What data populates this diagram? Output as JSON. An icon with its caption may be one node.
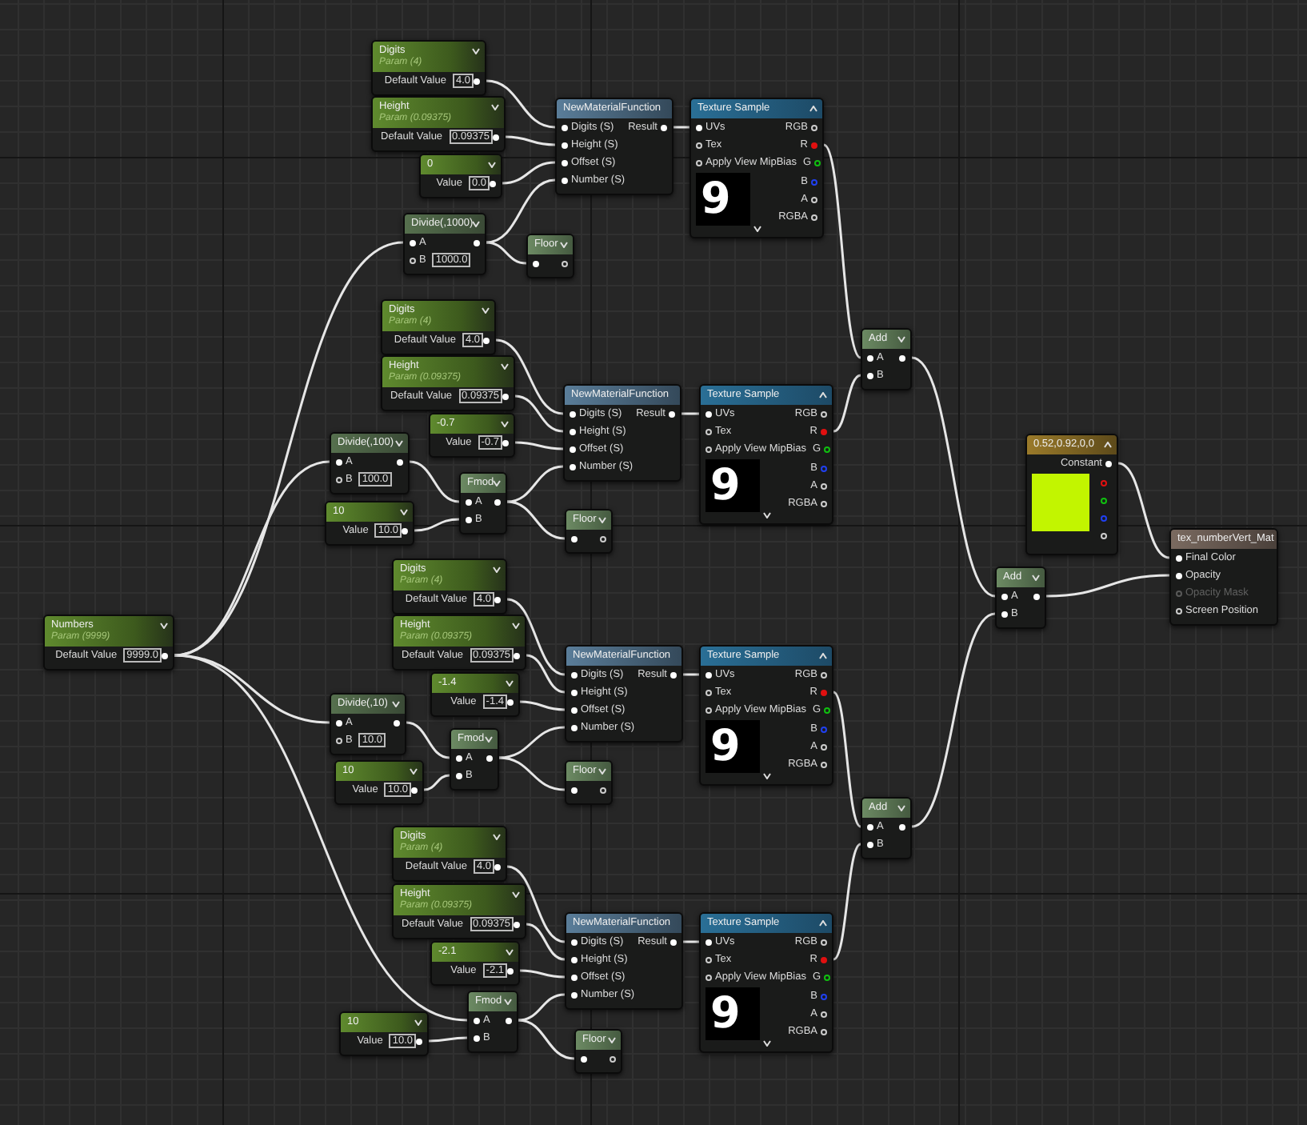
{
  "diagram": {
    "nodes": [
      {
        "text": [
          "Digits",
          "Param (4)",
          "Default Value",
          "4.0"
        ]
      },
      {
        "text": [
          "Height",
          "Param (0.09375)",
          "Default Value",
          "0.09375"
        ]
      },
      {
        "text": [
          "0",
          "Value",
          "0.0"
        ]
      },
      {
        "text": [
          "NewMaterialFunction",
          "Digits (S)",
          "Result",
          "Height (S)",
          "Offset (S)",
          "Number (S)"
        ]
      },
      {
        "text": [
          "Texture Sample",
          "UVs",
          "RGB",
          "Tex",
          "R",
          "Apply View MipBias",
          "G",
          "B",
          "A",
          "RGBA",
          "9"
        ]
      },
      {
        "text": [
          "Divide(,1000)",
          "A",
          "B",
          "1000.0"
        ]
      },
      {
        "text": [
          "Floor"
        ]
      },
      {
        "text": [
          "Digits",
          "Param (4)",
          "Default Value",
          "4.0"
        ]
      },
      {
        "text": [
          "Height",
          "Param (0.09375)",
          "Default Value",
          "0.09375"
        ]
      },
      {
        "text": [
          "-0.7",
          "Value",
          "-0.7"
        ]
      },
      {
        "text": [
          "NewMaterialFunction",
          "Digits (S)",
          "Result",
          "Height (S)",
          "Offset (S)",
          "Number (S)"
        ]
      },
      {
        "text": [
          "Texture Sample",
          "UVs",
          "RGB",
          "Tex",
          "R",
          "Apply View MipBias",
          "G",
          "B",
          "A",
          "RGBA",
          "9"
        ]
      },
      {
        "text": [
          "Divide(,100)",
          "A",
          "B",
          "100.0"
        ]
      },
      {
        "text": [
          "Fmod",
          "A",
          "B"
        ]
      },
      {
        "text": [
          "10",
          "Value",
          "10.0"
        ]
      },
      {
        "text": [
          "Floor"
        ]
      },
      {
        "text": [
          "Digits",
          "Param (4)",
          "Default Value",
          "4.0"
        ]
      },
      {
        "text": [
          "Height",
          "Param (0.09375)",
          "Default Value",
          "0.09375"
        ]
      },
      {
        "text": [
          "-1.4",
          "Value",
          "-1.4"
        ]
      },
      {
        "text": [
          "NewMaterialFunction",
          "Digits (S)",
          "Result",
          "Height (S)",
          "Offset (S)",
          "Number (S)"
        ]
      },
      {
        "text": [
          "Texture Sample",
          "UVs",
          "RGB",
          "Tex",
          "R",
          "Apply View MipBias",
          "G",
          "B",
          "A",
          "RGBA",
          "9"
        ]
      },
      {
        "text": [
          "Divide(,10)",
          "A",
          "B",
          "10.0"
        ]
      },
      {
        "text": [
          "Fmod",
          "A",
          "B"
        ]
      },
      {
        "text": [
          "10",
          "Value",
          "10.0"
        ]
      },
      {
        "text": [
          "Floor"
        ]
      },
      {
        "text": [
          "Digits",
          "Param (4)",
          "Default Value",
          "4.0"
        ]
      },
      {
        "text": [
          "Height",
          "Param (0.09375)",
          "Default Value",
          "0.09375"
        ]
      },
      {
        "text": [
          "-2.1",
          "Value",
          "-2.1"
        ]
      },
      {
        "text": [
          "NewMaterialFunction",
          "Digits (S)",
          "Result",
          "Height (S)",
          "Offset (S)",
          "Number (S)"
        ]
      },
      {
        "text": [
          "Texture Sample",
          "UVs",
          "RGB",
          "Tex",
          "R",
          "Apply View MipBias",
          "G",
          "B",
          "A",
          "RGBA",
          "9"
        ]
      },
      {
        "text": [
          "Fmod",
          "A",
          "B"
        ]
      },
      {
        "text": [
          "10",
          "Value",
          "10.0"
        ]
      },
      {
        "text": [
          "Floor"
        ]
      },
      {
        "text": [
          "Numbers",
          "Param (9999)",
          "Default Value",
          "9999.0"
        ]
      },
      {
        "text": [
          "Add",
          "A",
          "B"
        ]
      },
      {
        "text": [
          "Add",
          "A",
          "B"
        ]
      },
      {
        "text": [
          "0.52,0.92,0,0",
          "Constant"
        ]
      },
      {
        "text": [
          "Add",
          "A",
          "B"
        ]
      },
      {
        "text": [
          "tex_numberVert_Mat",
          "Final Color",
          "Opacity",
          "Opacity Mask",
          "Screen Position"
        ]
      }
    ],
    "edges": [
      {
        "from": 0,
        "to": 3,
        "arrow": "none"
      },
      {
        "from": 1,
        "to": 3,
        "arrow": "none"
      },
      {
        "from": 2,
        "to": 3,
        "arrow": "none"
      },
      {
        "from": 5,
        "to": 3,
        "arrow": "none"
      },
      {
        "from": 5,
        "to": 6,
        "arrow": "none"
      },
      {
        "from": 33,
        "to": 5,
        "arrow": "none"
      },
      {
        "from": 3,
        "to": 4,
        "arrow": "none"
      },
      {
        "from": 4,
        "to": 34,
        "arrow": "none"
      },
      {
        "from": 7,
        "to": 10,
        "arrow": "none"
      },
      {
        "from": 8,
        "to": 10,
        "arrow": "none"
      },
      {
        "from": 9,
        "to": 10,
        "arrow": "none"
      },
      {
        "from": 13,
        "to": 10,
        "arrow": "none"
      },
      {
        "from": 13,
        "to": 15,
        "arrow": "none"
      },
      {
        "from": 12,
        "to": 13,
        "arrow": "none"
      },
      {
        "from": 14,
        "to": 13,
        "arrow": "none"
      },
      {
        "from": 33,
        "to": 12,
        "arrow": "none"
      },
      {
        "from": 10,
        "to": 11,
        "arrow": "none"
      },
      {
        "from": 11,
        "to": 34,
        "arrow": "none"
      },
      {
        "from": 16,
        "to": 19,
        "arrow": "none"
      },
      {
        "from": 17,
        "to": 19,
        "arrow": "none"
      },
      {
        "from": 18,
        "to": 19,
        "arrow": "none"
      },
      {
        "from": 22,
        "to": 19,
        "arrow": "none"
      },
      {
        "from": 22,
        "to": 24,
        "arrow": "none"
      },
      {
        "from": 21,
        "to": 22,
        "arrow": "none"
      },
      {
        "from": 23,
        "to": 22,
        "arrow": "none"
      },
      {
        "from": 33,
        "to": 21,
        "arrow": "none"
      },
      {
        "from": 19,
        "to": 20,
        "arrow": "none"
      },
      {
        "from": 20,
        "to": 35,
        "arrow": "none"
      },
      {
        "from": 25,
        "to": 28,
        "arrow": "none"
      },
      {
        "from": 26,
        "to": 28,
        "arrow": "none"
      },
      {
        "from": 27,
        "to": 28,
        "arrow": "none"
      },
      {
        "from": 30,
        "to": 28,
        "arrow": "none"
      },
      {
        "from": 30,
        "to": 32,
        "arrow": "none"
      },
      {
        "from": 33,
        "to": 30,
        "arrow": "none"
      },
      {
        "from": 31,
        "to": 30,
        "arrow": "none"
      },
      {
        "from": 28,
        "to": 29,
        "arrow": "none"
      },
      {
        "from": 29,
        "to": 35,
        "arrow": "none"
      },
      {
        "from": 34,
        "to": 37,
        "arrow": "none"
      },
      {
        "from": 35,
        "to": 37,
        "arrow": "none"
      },
      {
        "from": 36,
        "to": 38,
        "arrow": "none"
      },
      {
        "from": 37,
        "to": 38,
        "arrow": "none"
      }
    ]
  }
}
